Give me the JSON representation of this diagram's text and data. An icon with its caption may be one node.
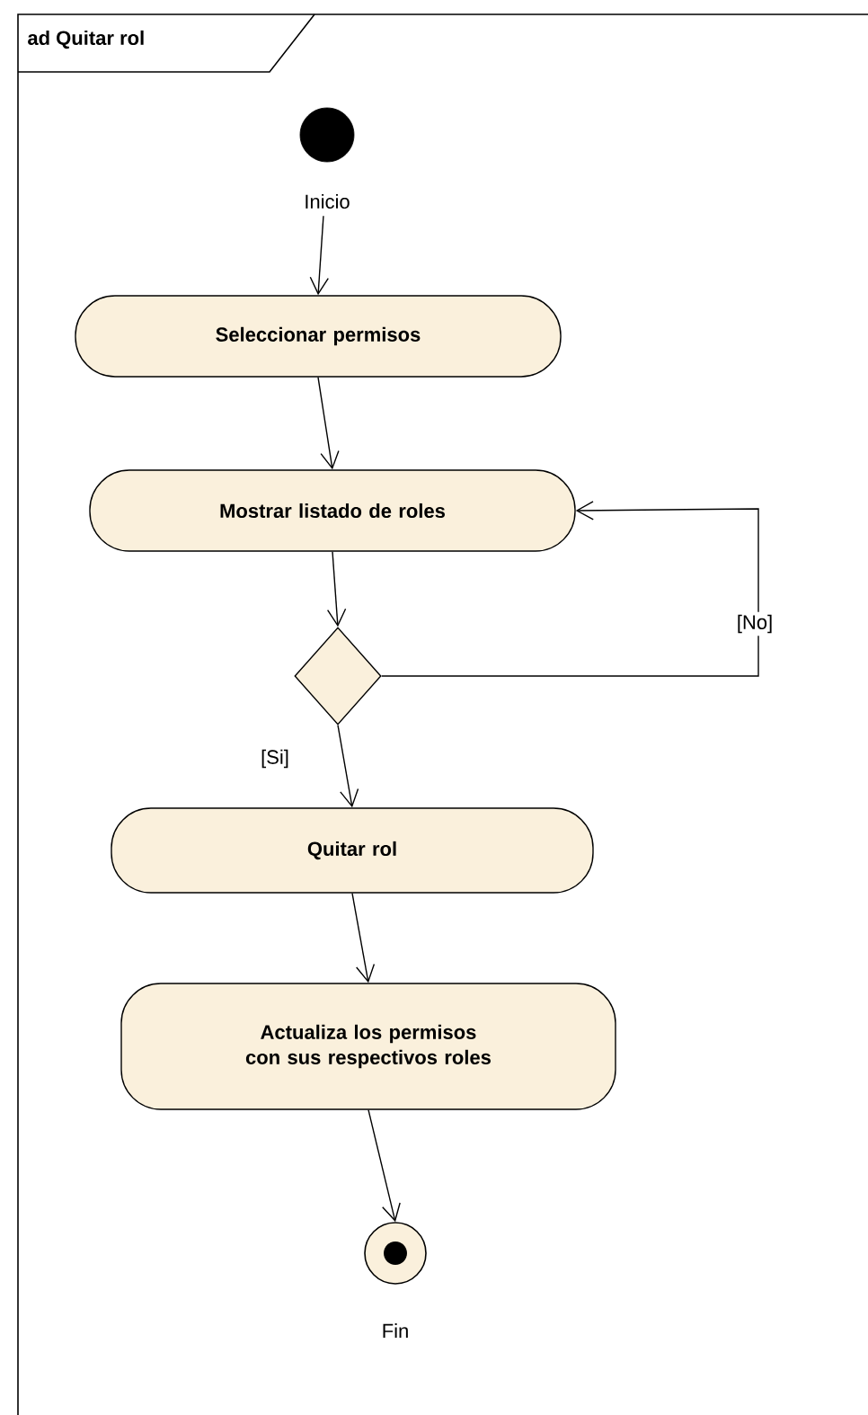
{
  "diagram": {
    "title": "ad Quitar rol",
    "nodes": [
      {
        "text": [],
        "shape": "circle",
        "beside": [
          "Inicio"
        ]
      },
      {
        "text": [
          "Seleccionar permisos"
        ]
      },
      {
        "text": [
          "Mostrar listado de roles"
        ]
      },
      {
        "text": [],
        "shape": "diamond"
      },
      {
        "text": [
          "Quitar rol"
        ]
      },
      {
        "text": [
          "Actualiza los permisos con sus respectivos roles"
        ]
      },
      {
        "text": [],
        "shape": "circle",
        "beside": [
          "Fin"
        ]
      }
    ],
    "edges": [
      {
        "from": 0,
        "to": 1,
        "arrow": "to"
      },
      {
        "from": 1,
        "to": 2,
        "arrow": "to"
      },
      {
        "from": 2,
        "to": 3,
        "arrow": "to"
      },
      {
        "from": 3,
        "to": 4,
        "arrow": "to",
        "label": "[Si]"
      },
      {
        "from": 3,
        "to": 2,
        "arrow": "to",
        "label": "[No]"
      },
      {
        "from": 4,
        "to": 5,
        "arrow": "to"
      },
      {
        "from": 5,
        "to": 6,
        "arrow": "to"
      }
    ]
  }
}
